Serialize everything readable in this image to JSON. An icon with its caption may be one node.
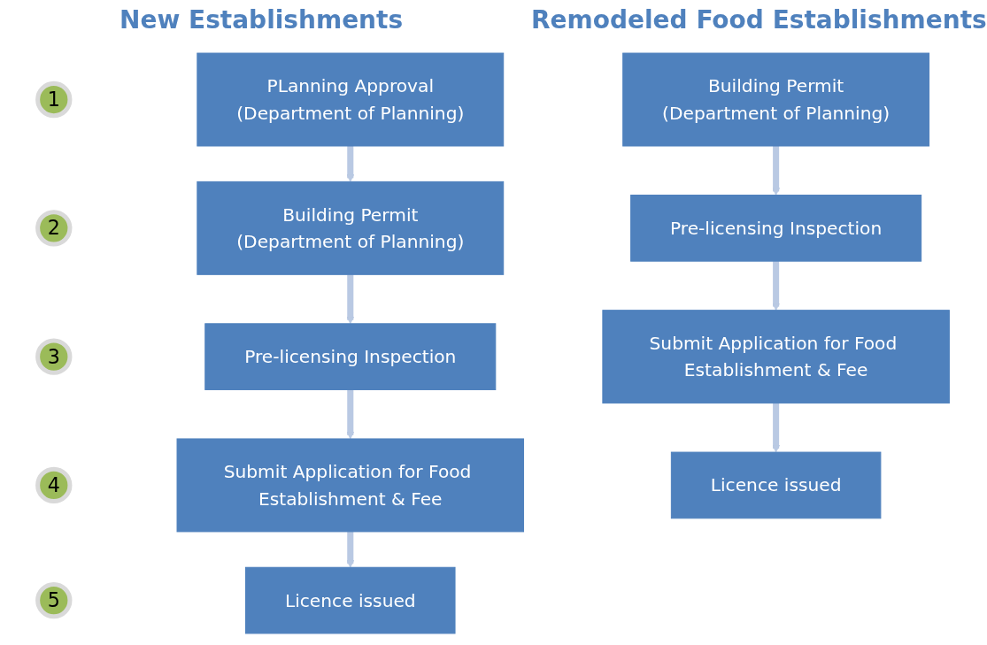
{
  "diagram": {
    "nodes": [
      {
        "text": [
          "1"
        ]
      },
      {
        "text": [
          "2"
        ]
      },
      {
        "text": [
          "3"
        ]
      },
      {
        "text": [
          "4"
        ]
      },
      {
        "text": [
          "5"
        ]
      },
      {
        "text": [
          "PLanning Approval",
          "(Department of Planning)"
        ]
      },
      {
        "text": [
          "Building Permit",
          "(Department of Planning)"
        ]
      },
      {
        "text": [
          "Pre-licensing Inspection"
        ]
      },
      {
        "text": [
          "Submit Application for Food Establishment & Fee"
        ]
      },
      {
        "text": [
          "Licence issued"
        ]
      },
      {
        "text": [
          "Building Permit",
          "(Department of Planning)"
        ]
      },
      {
        "text": [
          "Pre-licensing Inspection"
        ]
      },
      {
        "text": [
          "Submit Application for Food Establishment & Fee"
        ]
      },
      {
        "text": [
          "Licence issued"
        ]
      }
    ],
    "edges": [
      {
        "from": 5,
        "to": 6,
        "arrow": "to"
      },
      {
        "from": 6,
        "to": 7,
        "arrow": "to"
      },
      {
        "from": 7,
        "to": 8,
        "arrow": "to"
      },
      {
        "from": 8,
        "to": 9,
        "arrow": "to"
      },
      {
        "from": 10,
        "to": 11,
        "arrow": "to"
      },
      {
        "from": 11,
        "to": 12,
        "arrow": "to"
      },
      {
        "from": 12,
        "to": 13,
        "arrow": "to"
      }
    ],
    "labels": [
      "New Establishments",
      "Remodeled Food Establishments"
    ]
  }
}
